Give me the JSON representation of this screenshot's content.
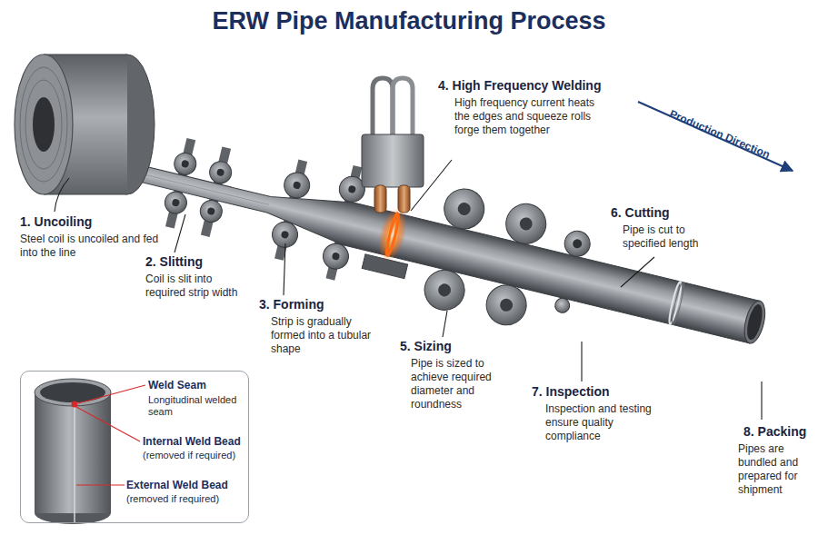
{
  "diagram": {
    "title": "ERW Pipe Manufacturing Process",
    "nodes": [
      {
        "text": [
          "Weld Seam",
          "Longitudinal welded seam",
          "Internal Weld Bead",
          "(removed if required)",
          "External Weld Bead",
          "(removed if required)"
        ]
      }
    ],
    "labels": [
      "1. Uncoiling",
      "Steel coil is uncoiled and fed into the line",
      "2. Slitting",
      "Coil is slit into required strip width",
      "3. Forming",
      "Strip is gradually formed into a tubular shape",
      "4. High Frequency Welding",
      "High frequency current heats the edges and squeeze rolls forge them together",
      "5. Sizing",
      "Pipe is sized to achieve required diameter and roundness",
      "6. Cutting",
      "Pipe is cut to specified length",
      "7. Inspection",
      "Inspection and testing ensure quality compliance",
      "8. Packing",
      "Pipes are bundled and prepared for shipment",
      "Production Direction"
    ]
  }
}
